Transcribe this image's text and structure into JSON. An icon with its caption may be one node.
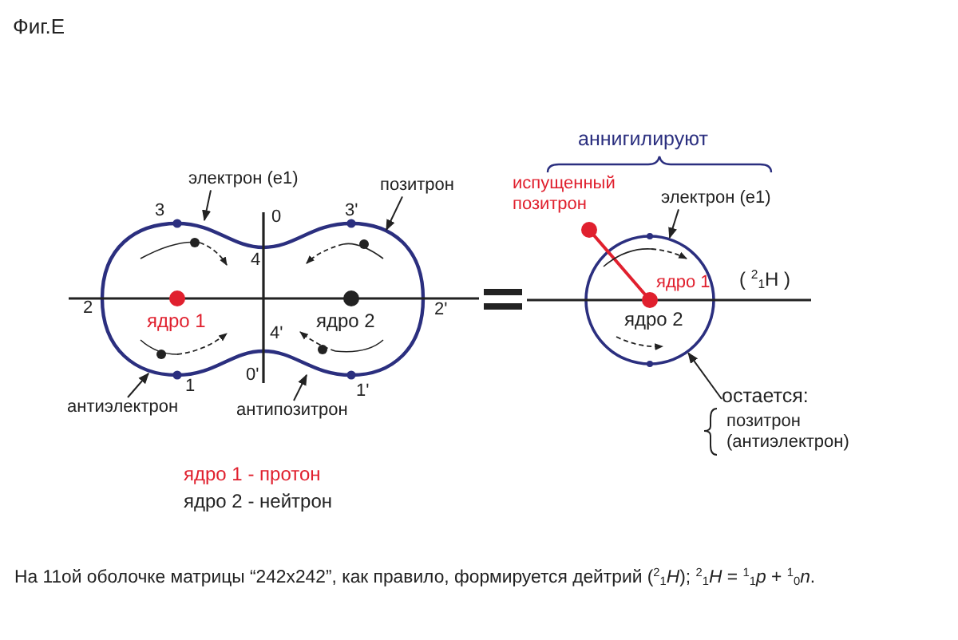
{
  "diagram": {
    "title": "Фиг.Е",
    "caption": "На 11ой оболочке матрицы “242х242”, как правило, формируется дейтрий ($^{2}$$_{1}$*H*); $^{2}$$_{1}$*H* = $^{1}$$_{1}$*p* + $^{1}$$_{0}$*n*.",
    "nodes": [
      {
        "text": [
          "электрон (е1)"
        ]
      },
      {
        "text": [
          "позитрон"
        ]
      },
      {
        "text": [
          "антиэлектрон"
        ]
      },
      {
        "text": [
          "антипозитрон"
        ]
      },
      {
        "text": [
          "электрон (е1)"
        ]
      },
      {
        "text": [
          "остается:",
          "позитрон (антиэлектрон)"
        ]
      },
      {
        "text": [],
        "shape": "circle"
      },
      {
        "text": [],
        "shape": "oval"
      }
    ],
    "edges": [
      {
        "from": 0,
        "to": 7,
        "arrow": "to"
      },
      {
        "from": 1,
        "to": 7,
        "arrow": "to"
      },
      {
        "from": 2,
        "to": 7,
        "arrow": "to"
      },
      {
        "from": 3,
        "to": 7,
        "arrow": "to"
      },
      {
        "from": 4,
        "to": 6,
        "arrow": "to"
      },
      {
        "from": 5,
        "to": 6,
        "arrow": "to"
      }
    ],
    "labels": [
      "аннигилируют",
      "испущенный позитрон",
      "3",
      "0",
      "3'",
      "4",
      "ядро 1",
      "( $^{2}$$_{1}$H )",
      "2",
      "2'",
      "ядро 1",
      "ядро 2",
      "ядро 2",
      "4'",
      "0'",
      "1",
      "1'",
      "ядро 1 - протон",
      "ядро 2 - нейтрон"
    ]
  }
}
